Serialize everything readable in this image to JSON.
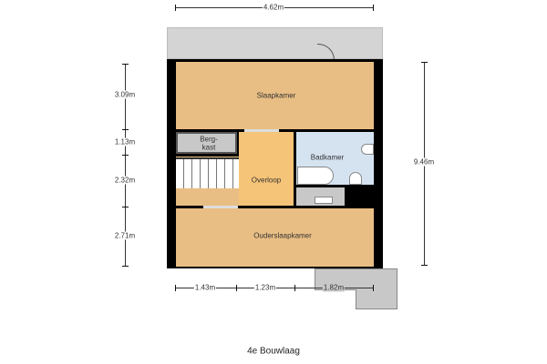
{
  "title": "4e Bouwlaag",
  "rooms": {
    "slaapkamer": "Slaapkamer",
    "bergkast_1": "Berg-",
    "bergkast_2": "kast",
    "overloop": "Overloop",
    "badkamer": "Badkamer",
    "ouderslaapkamer": "Ouderslaapkamer"
  },
  "dimensions": {
    "top": "4.62m",
    "right": "9.46m",
    "left": [
      "3.09m",
      "1.13m",
      "2.32m",
      "2.71m"
    ],
    "bottom": [
      "1.43m",
      "1.23m",
      "1.82m"
    ]
  },
  "colors": {
    "room": "#e9be84",
    "hall": "#f6c478",
    "bath": "#d5e3f1",
    "utility": "#c8c8c8",
    "wall": "#000000"
  }
}
